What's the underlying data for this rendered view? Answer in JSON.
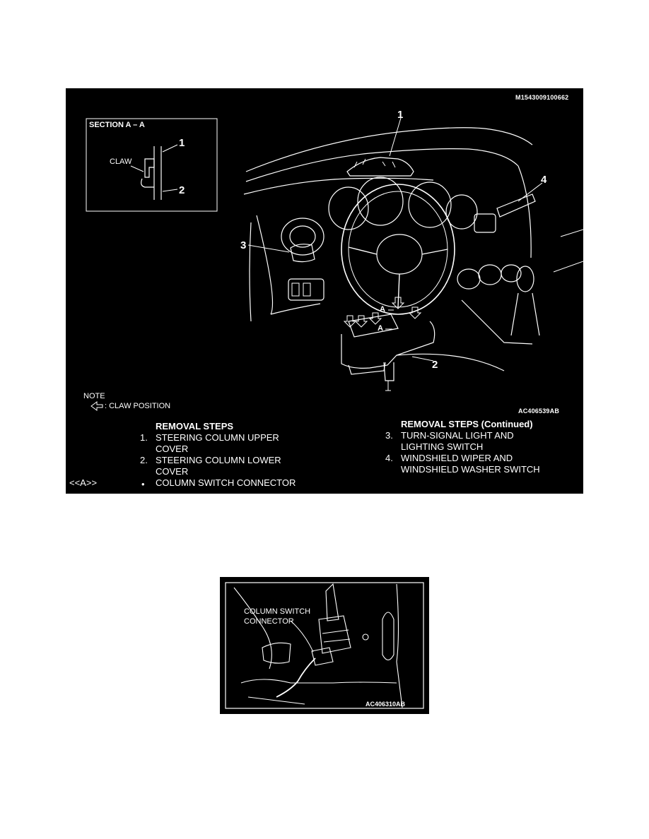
{
  "figure1": {
    "image_code": "M1543009100662",
    "art_code": "AC406539AB",
    "section_title": "SECTION A – A",
    "claw_label": "CLAW",
    "callouts": [
      "1",
      "2",
      "3",
      "4"
    ],
    "section_callouts": [
      "1",
      "2"
    ],
    "section_marks": [
      "A",
      "A"
    ],
    "note_label": "NOTE",
    "note_text": ": CLAW POSITION",
    "left_steps": {
      "heading": "REMOVAL STEPS",
      "steps": [
        {
          "num": "1.",
          "text": [
            "STEERING COLUMN UPPER",
            "COVER"
          ]
        },
        {
          "num": "2.",
          "text": [
            "STEERING COLUMN LOWER",
            "COVER"
          ]
        },
        {
          "num": "•",
          "text": [
            "COLUMN SWITCH CONNECTOR"
          ],
          "ref": "<<A>>"
        }
      ]
    },
    "right_steps": {
      "heading": "REMOVAL STEPS (Continued)",
      "steps": [
        {
          "num": "3.",
          "text": [
            "TURN-SIGNAL LIGHT AND",
            "LIGHTING SWITCH"
          ]
        },
        {
          "num": "4.",
          "text": [
            "WINDSHIELD WIPER AND",
            "WINDSHIELD WASHER SWITCH"
          ]
        }
      ]
    }
  },
  "figure2": {
    "label_lines": [
      "COLUMN SWITCH",
      "CONNECTOR"
    ],
    "art_code": "AC406310AB"
  }
}
